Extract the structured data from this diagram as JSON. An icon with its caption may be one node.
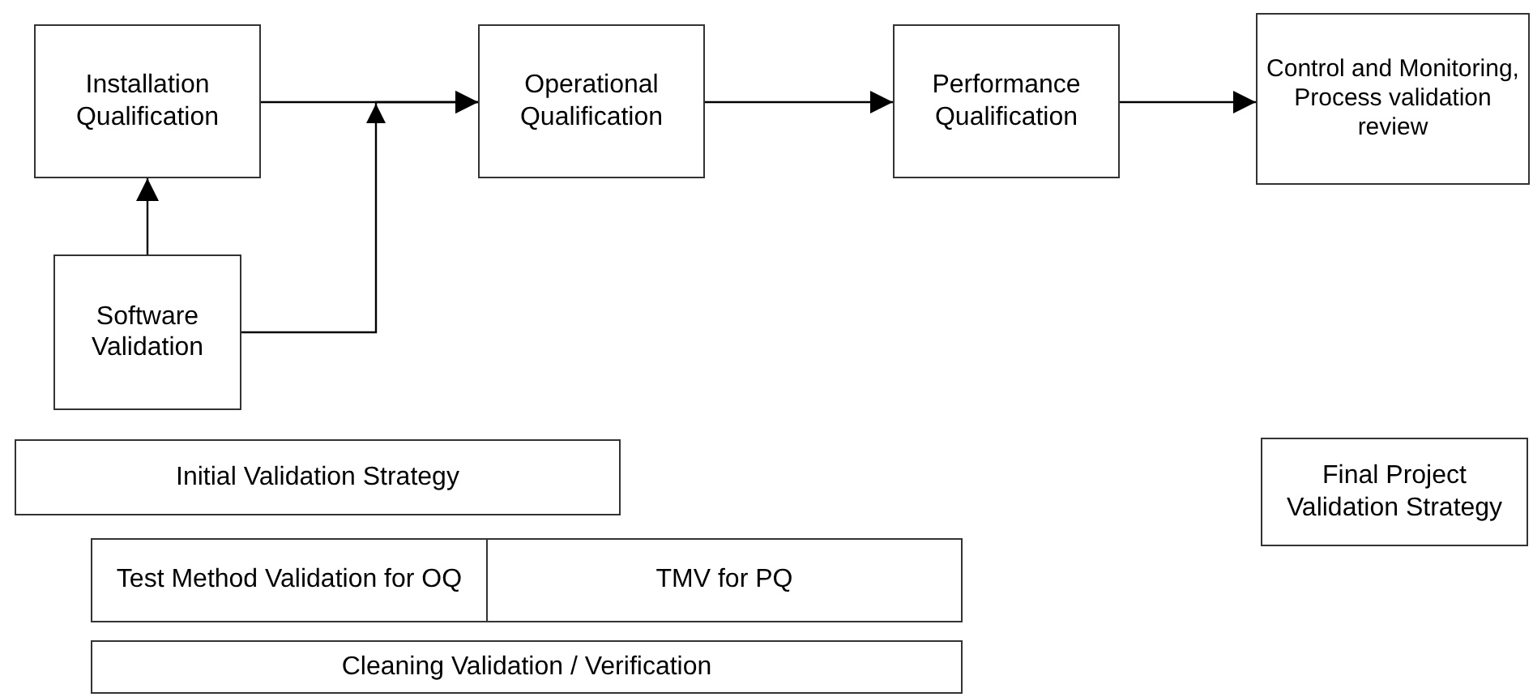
{
  "diagram": {
    "nodes": [
      {
        "text": [
          "Installation Qualification"
        ]
      },
      {
        "text": [
          "Operational Qualification"
        ]
      },
      {
        "text": [
          "Performance Qualification"
        ]
      },
      {
        "text": [
          "Control and Monitoring, Process validation review"
        ]
      },
      {
        "text": [
          "Software Validation"
        ]
      },
      {
        "text": [
          "Initial Validation Strategy"
        ]
      },
      {
        "text": [
          "Test Method Validation for OQ"
        ]
      },
      {
        "text": [
          "TMV for PQ"
        ]
      },
      {
        "text": [
          "Cleaning Validation / Verification"
        ]
      },
      {
        "text": [
          "Final Project Validation Strategy"
        ]
      }
    ],
    "edges": [
      {
        "from": 0,
        "to": 1,
        "arrow": "to"
      },
      {
        "from": 4,
        "to": 0,
        "arrow": "to"
      },
      {
        "from": 4,
        "to": 1,
        "arrow": "to"
      },
      {
        "from": 1,
        "to": 2,
        "arrow": "to"
      },
      {
        "from": 2,
        "to": 3,
        "arrow": "to"
      }
    ]
  }
}
